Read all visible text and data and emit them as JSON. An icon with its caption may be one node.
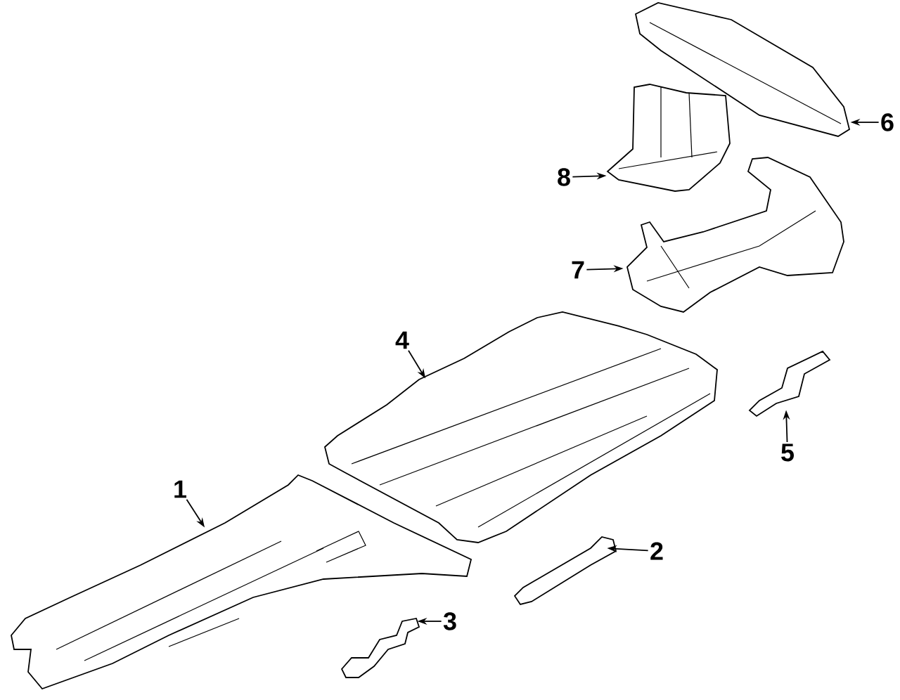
{
  "diagram": {
    "nodes": [
      {
        "text": [
          "1"
        ]
      },
      {
        "text": [
          "2"
        ]
      },
      {
        "text": [
          "3"
        ]
      },
      {
        "text": [
          "4"
        ]
      },
      {
        "text": [
          "5"
        ]
      },
      {
        "text": [
          "6"
        ]
      },
      {
        "text": [
          "7"
        ]
      },
      {
        "text": [
          "8"
        ]
      },
      {
        "text": [],
        "shape": "picture"
      },
      {
        "text": [],
        "shape": "picture"
      },
      {
        "text": [],
        "shape": "picture"
      },
      {
        "text": [],
        "shape": "picture"
      },
      {
        "text": [],
        "shape": "picture"
      },
      {
        "text": [],
        "shape": "picture"
      },
      {
        "text": [],
        "shape": "picture"
      },
      {
        "text": [],
        "shape": "picture"
      }
    ],
    "edges": [
      {
        "from": 0,
        "to": 8,
        "arrow": "to"
      },
      {
        "from": 1,
        "to": 9,
        "arrow": "to"
      },
      {
        "from": 2,
        "to": 10,
        "arrow": "to"
      },
      {
        "from": 3,
        "to": 11,
        "arrow": "to"
      },
      {
        "from": 4,
        "to": 12,
        "arrow": "to"
      },
      {
        "from": 5,
        "to": 13,
        "arrow": "to"
      },
      {
        "from": 6,
        "to": 14,
        "arrow": "to"
      },
      {
        "from": 7,
        "to": 15,
        "arrow": "to"
      }
    ]
  }
}
